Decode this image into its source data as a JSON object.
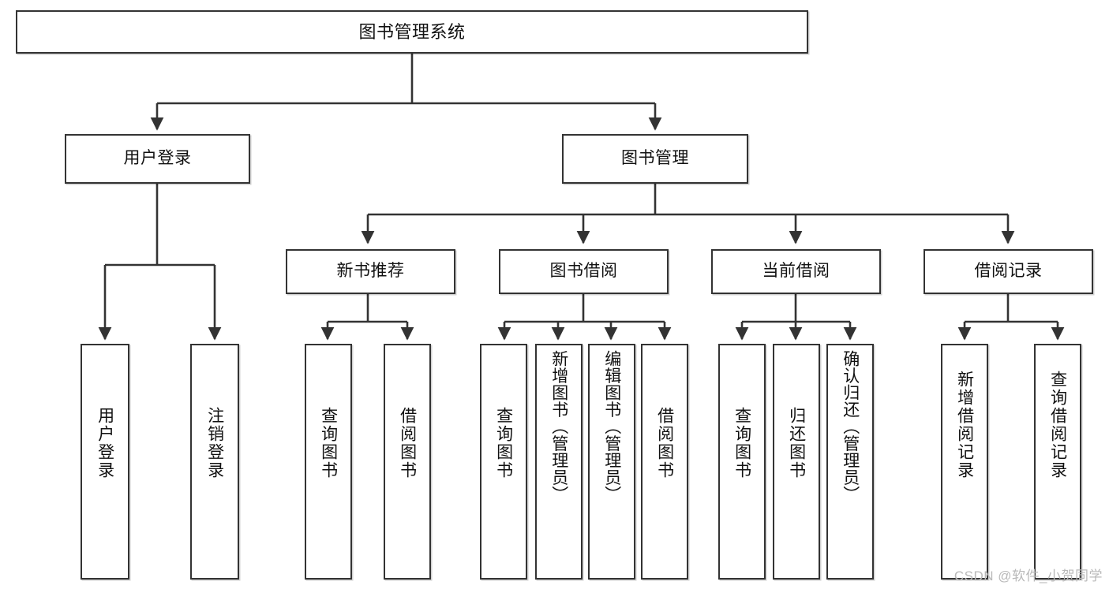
{
  "diagram": {
    "title": "图书管理系统",
    "type": "hierarchy-tree",
    "watermark": "CSDN @软件_小贺同学",
    "colors": {
      "box_border": "#333333",
      "box_fill": "#ffffff",
      "edge": "#333333",
      "text": "#111111",
      "watermark": "#b9b9b9"
    },
    "nodes": {
      "root": {
        "label": "图书管理系统",
        "level": 1
      },
      "user_login": {
        "label": "用户登录",
        "level": 2
      },
      "book_manage": {
        "label": "图书管理",
        "level": 2
      },
      "new_book_rec": {
        "label": "新书推荐",
        "level": 3
      },
      "book_borrow": {
        "label": "图书借阅",
        "level": 3
      },
      "current_borrow": {
        "label": "当前借阅",
        "level": 3
      },
      "borrow_record": {
        "label": "借阅记录",
        "level": 3
      },
      "leaf_user_login": {
        "label": "用户登录",
        "level": 4
      },
      "leaf_user_logout": {
        "label": "注销登录",
        "level": 4
      },
      "leaf_rec_query": {
        "label": "查询图书",
        "level": 4
      },
      "leaf_rec_borrow": {
        "label": "借阅图书",
        "level": 4
      },
      "leaf_borrow_query": {
        "label": "查询图书",
        "level": 4
      },
      "leaf_borrow_add": {
        "label": "新增图书（管理员）",
        "level": 4
      },
      "leaf_borrow_edit": {
        "label": "编辑图书（管理员）",
        "level": 4
      },
      "leaf_borrow_take": {
        "label": "借阅图书",
        "level": 4
      },
      "leaf_cur_query": {
        "label": "查询图书",
        "level": 4
      },
      "leaf_cur_return": {
        "label": "归还图书",
        "level": 4
      },
      "leaf_cur_confirm": {
        "label": "确认归还（管理员）",
        "level": 4
      },
      "leaf_rec_add": {
        "label": "新增借阅记录",
        "level": 4
      },
      "leaf_rec_search": {
        "label": "查询借阅记录",
        "level": 4
      }
    },
    "edges": [
      {
        "from": "root",
        "to": "user_login"
      },
      {
        "from": "root",
        "to": "book_manage"
      },
      {
        "from": "user_login",
        "to": "leaf_user_login"
      },
      {
        "from": "user_login",
        "to": "leaf_user_logout"
      },
      {
        "from": "book_manage",
        "to": "new_book_rec"
      },
      {
        "from": "book_manage",
        "to": "book_borrow"
      },
      {
        "from": "book_manage",
        "to": "current_borrow"
      },
      {
        "from": "book_manage",
        "to": "borrow_record"
      },
      {
        "from": "new_book_rec",
        "to": "leaf_rec_query"
      },
      {
        "from": "new_book_rec",
        "to": "leaf_rec_borrow"
      },
      {
        "from": "book_borrow",
        "to": "leaf_borrow_query"
      },
      {
        "from": "book_borrow",
        "to": "leaf_borrow_add"
      },
      {
        "from": "book_borrow",
        "to": "leaf_borrow_edit"
      },
      {
        "from": "book_borrow",
        "to": "leaf_borrow_take"
      },
      {
        "from": "current_borrow",
        "to": "leaf_cur_query"
      },
      {
        "from": "current_borrow",
        "to": "leaf_cur_return"
      },
      {
        "from": "current_borrow",
        "to": "leaf_cur_confirm"
      },
      {
        "from": "borrow_record",
        "to": "leaf_rec_add"
      },
      {
        "from": "borrow_record",
        "to": "leaf_rec_search"
      }
    ]
  }
}
